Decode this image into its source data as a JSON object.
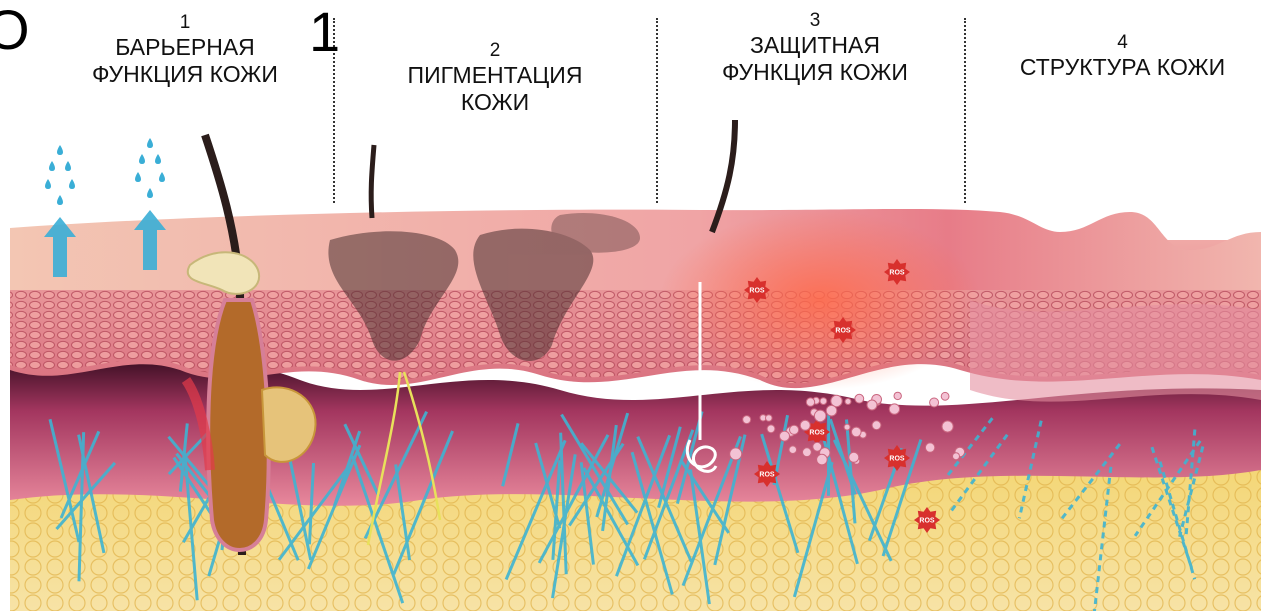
{
  "sections": [
    {
      "number": "1",
      "title": "БАРЬЕРНАЯ\nФУНКЦИЯ КОЖИ"
    },
    {
      "number": "2",
      "title": "ПИГМЕНТАЦИЯ\nКОЖИ"
    },
    {
      "number": "3",
      "title": "ЗАЩИТНАЯ\nФУНКЦИЯ КОЖИ"
    },
    {
      "number": "4",
      "title": "СТРУКТУРА КОЖИ"
    }
  ],
  "fragments": {
    "left": "O",
    "mid": "1"
  },
  "ros_label": "ROS",
  "colors": {
    "epidermis": "#e58f9a",
    "surface": "#f2c0b7",
    "dermis": "#b23a6a",
    "fat": "#f2cf62",
    "fiber": "#3fb4d2",
    "melanin": "#5a3a3a",
    "ros": "#d8302d",
    "water": "#3aaed6"
  }
}
